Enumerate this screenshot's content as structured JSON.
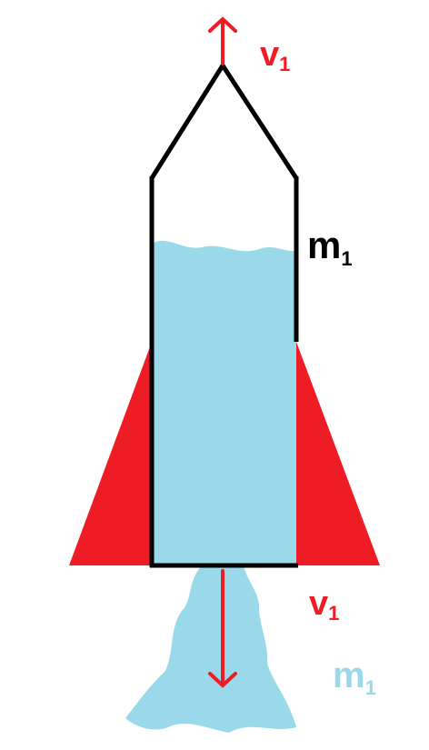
{
  "labels": {
    "velocity_top": {
      "main": "v",
      "sub": "1"
    },
    "mass_tank": {
      "main": "m",
      "sub": "1"
    },
    "velocity_bottom": {
      "main": "v",
      "sub": "1"
    },
    "mass_exhaust": {
      "main": "m",
      "sub": "1"
    }
  },
  "colors": {
    "outline": "#000000",
    "fins": "#ee1c24",
    "water": "#99d9ea",
    "arrow": "#ee1c24",
    "mass_exhaust_label": "#99d9ea",
    "velocity_label": "#ee1c24",
    "mass_tank_label": "#000000"
  }
}
